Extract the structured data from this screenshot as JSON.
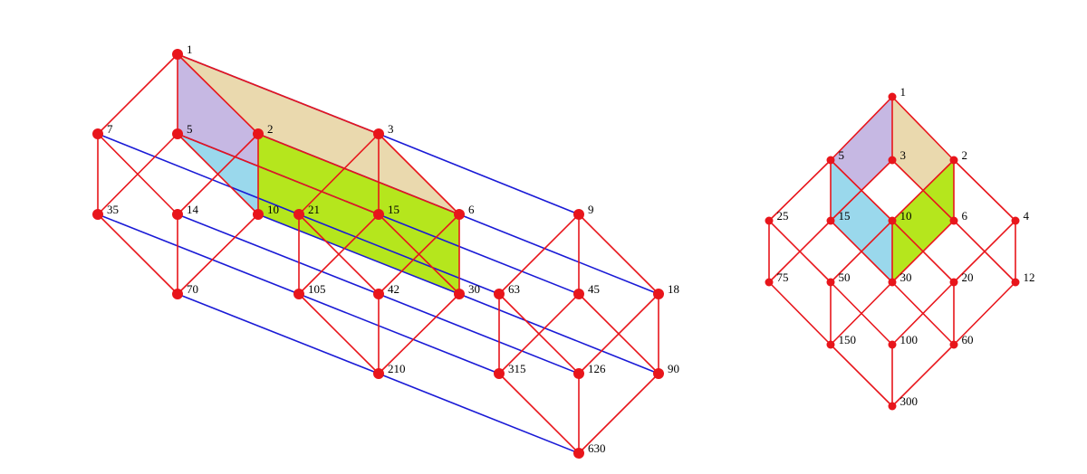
{
  "colors": {
    "red": "#e8151b",
    "blue": "#1a1ad6",
    "tan": "#ead9ae",
    "lavender": "#c6b8e3",
    "skyblue": "#9ad8ec",
    "lime": "#b5e61d"
  },
  "left_lattice": {
    "nodes": [
      "1",
      "7",
      "5",
      "2",
      "3",
      "35",
      "14",
      "10",
      "21",
      "15",
      "6",
      "9",
      "70",
      "105",
      "42",
      "30",
      "63",
      "45",
      "18",
      "210",
      "315",
      "126",
      "90",
      "630"
    ],
    "red_edges": [
      [
        "1",
        "7"
      ],
      [
        "1",
        "5"
      ],
      [
        "1",
        "2"
      ],
      [
        "1",
        "3"
      ],
      [
        "7",
        "35"
      ],
      [
        "7",
        "14"
      ],
      [
        "5",
        "35"
      ],
      [
        "5",
        "10"
      ],
      [
        "5",
        "15"
      ],
      [
        "2",
        "14"
      ],
      [
        "2",
        "10"
      ],
      [
        "2",
        "6"
      ],
      [
        "3",
        "21"
      ],
      [
        "3",
        "15"
      ],
      [
        "3",
        "6"
      ],
      [
        "35",
        "70"
      ],
      [
        "14",
        "70"
      ],
      [
        "10",
        "70"
      ],
      [
        "21",
        "105"
      ],
      [
        "21",
        "42"
      ],
      [
        "15",
        "105"
      ],
      [
        "15",
        "30"
      ],
      [
        "6",
        "42"
      ],
      [
        "6",
        "30"
      ],
      [
        "105",
        "210"
      ],
      [
        "42",
        "210"
      ],
      [
        "30",
        "210"
      ],
      [
        "9",
        "63"
      ],
      [
        "9",
        "45"
      ],
      [
        "9",
        "18"
      ],
      [
        "63",
        "315"
      ],
      [
        "63",
        "126"
      ],
      [
        "45",
        "315"
      ],
      [
        "45",
        "90"
      ],
      [
        "18",
        "126"
      ],
      [
        "18",
        "90"
      ],
      [
        "315",
        "630"
      ],
      [
        "126",
        "630"
      ],
      [
        "90",
        "630"
      ]
    ],
    "blue_edges": [
      [
        "1",
        "3"
      ],
      [
        "7",
        "21"
      ],
      [
        "5",
        "15"
      ],
      [
        "2",
        "6"
      ],
      [
        "3",
        "9"
      ],
      [
        "35",
        "105"
      ],
      [
        "14",
        "42"
      ],
      [
        "10",
        "30"
      ],
      [
        "21",
        "63"
      ],
      [
        "15",
        "45"
      ],
      [
        "6",
        "18"
      ],
      [
        "70",
        "210"
      ],
      [
        "105",
        "315"
      ],
      [
        "42",
        "126"
      ],
      [
        "30",
        "90"
      ],
      [
        "210",
        "630"
      ]
    ],
    "faces": [
      {
        "nodes": [
          "1",
          "3",
          "6",
          "2"
        ],
        "color": "tan"
      },
      {
        "nodes": [
          "1",
          "2",
          "10",
          "5"
        ],
        "color": "lavender"
      },
      {
        "nodes": [
          "5",
          "10",
          "30",
          "15"
        ],
        "color": "skyblue"
      },
      {
        "nodes": [
          "2",
          "6",
          "30",
          "10"
        ],
        "color": "lime"
      }
    ]
  },
  "right_lattice": {
    "nodes": [
      "1",
      "5",
      "3",
      "2",
      "25",
      "15",
      "10",
      "6",
      "4",
      "75",
      "50",
      "30",
      "20",
      "12",
      "150",
      "100",
      "60",
      "300"
    ],
    "red_edges": [
      [
        "1",
        "5"
      ],
      [
        "1",
        "3"
      ],
      [
        "1",
        "2"
      ],
      [
        "5",
        "25"
      ],
      [
        "5",
        "15"
      ],
      [
        "5",
        "10"
      ],
      [
        "3",
        "15"
      ],
      [
        "3",
        "6"
      ],
      [
        "2",
        "10"
      ],
      [
        "2",
        "6"
      ],
      [
        "2",
        "4"
      ],
      [
        "25",
        "75"
      ],
      [
        "25",
        "50"
      ],
      [
        "15",
        "75"
      ],
      [
        "15",
        "30"
      ],
      [
        "10",
        "50"
      ],
      [
        "10",
        "30"
      ],
      [
        "10",
        "20"
      ],
      [
        "6",
        "30"
      ],
      [
        "6",
        "12"
      ],
      [
        "4",
        "20"
      ],
      [
        "4",
        "12"
      ],
      [
        "75",
        "150"
      ],
      [
        "50",
        "150"
      ],
      [
        "50",
        "100"
      ],
      [
        "30",
        "150"
      ],
      [
        "30",
        "60"
      ],
      [
        "20",
        "100"
      ],
      [
        "20",
        "60"
      ],
      [
        "12",
        "60"
      ],
      [
        "150",
        "300"
      ],
      [
        "100",
        "300"
      ],
      [
        "60",
        "300"
      ]
    ],
    "faces": [
      {
        "nodes": [
          "1",
          "5",
          "15",
          "3"
        ],
        "color": "lavender"
      },
      {
        "nodes": [
          "1",
          "3",
          "6",
          "2"
        ],
        "color": "tan"
      },
      {
        "nodes": [
          "5",
          "15",
          "30",
          "10"
        ],
        "color": "skyblue"
      },
      {
        "nodes": [
          "2",
          "6",
          "30",
          "10"
        ],
        "color": "lime"
      }
    ]
  }
}
